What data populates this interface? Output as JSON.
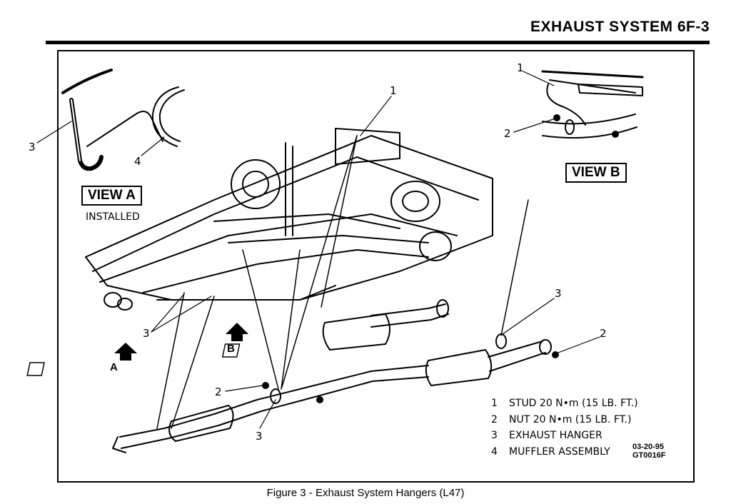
{
  "header": {
    "title": "EXHAUST SYSTEM   6F-3"
  },
  "views": {
    "view_a": {
      "label": "VIEW A",
      "note": "INSTALLED"
    },
    "view_b": {
      "label": "VIEW B"
    }
  },
  "callouts": {
    "va_3": "3",
    "va_4": "4",
    "vb_1": "1",
    "vb_2": "2",
    "main_1": "1",
    "main_3_left": "3",
    "main_3_right": "3",
    "main_2_right": "2",
    "main_2_left": "2",
    "main_3_bottom": "3"
  },
  "arrows": {
    "a": "A",
    "b": "B"
  },
  "legend": [
    {
      "num": "1",
      "text": "STUD 20 N•m (15 LB. FT.)"
    },
    {
      "num": "2",
      "text": "NUT 20 N•m (15 LB. FT.)"
    },
    {
      "num": "3",
      "text": "EXHAUST HANGER"
    },
    {
      "num": "4",
      "text": "MUFFLER ASSEMBLY"
    }
  ],
  "codes": {
    "date": "03-20-95",
    "id": "GT0016F"
  },
  "caption": "Figure 3 - Exhaust System Hangers (L47)"
}
